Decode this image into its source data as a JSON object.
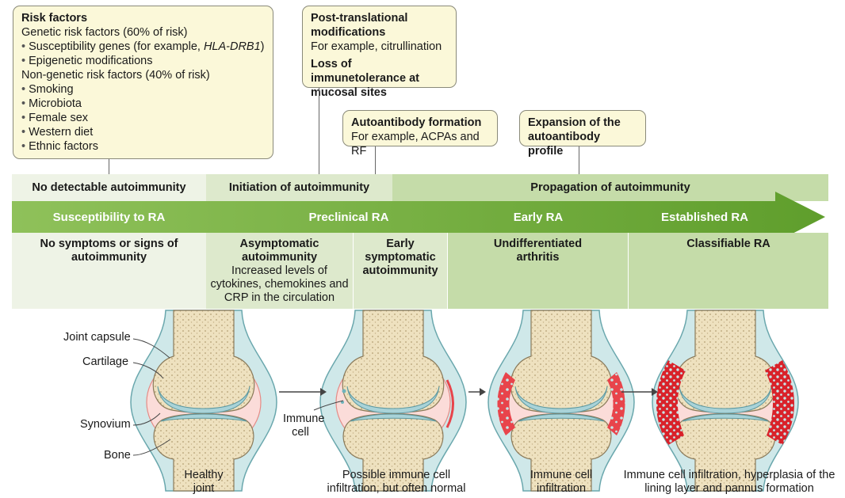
{
  "callouts": {
    "risk": {
      "title": "Risk factors",
      "genetic": "Genetic risk factors (60% of risk)",
      "genetic_items": [
        "Susceptibility genes (for example, ",
        "HLA-DRB1",
        ")"
      ],
      "epigenetic": "Epigenetic modifications",
      "nongenetic": "Non-genetic risk factors (40% of risk)",
      "nongenetic_items": [
        "Smoking",
        "Microbiota",
        "Female sex",
        "Western diet",
        "Ethnic factors"
      ]
    },
    "ptm": {
      "title": "Post-translational modifications",
      "example": "For example, citrullination",
      "title2": "Loss of immunetolerance at mucosal sites"
    },
    "autoantibody": {
      "title": "Autoantibody formation",
      "example": "For example, ACPAs and RF"
    },
    "expansion": {
      "title": "Expansion of the autoantibody profile"
    }
  },
  "phases": [
    "No detectable autoimmunity",
    "Initiation of autoimmunity",
    "Propagation of autoimmunity"
  ],
  "stages": [
    "Susceptibility to RA",
    "Preclinical RA",
    "Early RA",
    "Established RA"
  ],
  "descriptions": {
    "d1": "No symptoms or signs of autoimmunity",
    "d2_title": "Asymptomatic autoimmunity",
    "d2_body": "Increased levels of cytokines, chemokines and CRP in the circulation",
    "d3": "Early symptomatic autoimmunity",
    "d4": "Undifferentiated arthritis",
    "d5": "Classifiable RA"
  },
  "joint_labels": {
    "capsule": "Joint capsule",
    "cartilage": "Cartilage",
    "synovium": "Synovium",
    "bone": "Bone",
    "immune_cell": "Immune cell"
  },
  "captions": {
    "c1": "Healthy joint",
    "c2": "Possible immune cell infiltration, but often normal",
    "c3": "Immune cell infiltration",
    "c4": "Immune cell infiltration, hyperplasia of the lining layer and pannus formation"
  },
  "colors": {
    "callout_bg": "#fbf8d9",
    "arrow_green": "#6aa534",
    "phase_light": "#eef3e6",
    "phase_mid": "#dde9cc",
    "phase_dark": "#c5dca9",
    "synovium_red": "#d9222a",
    "cartilage_blue": "#bfdde0",
    "bone": "#efe3c2"
  }
}
